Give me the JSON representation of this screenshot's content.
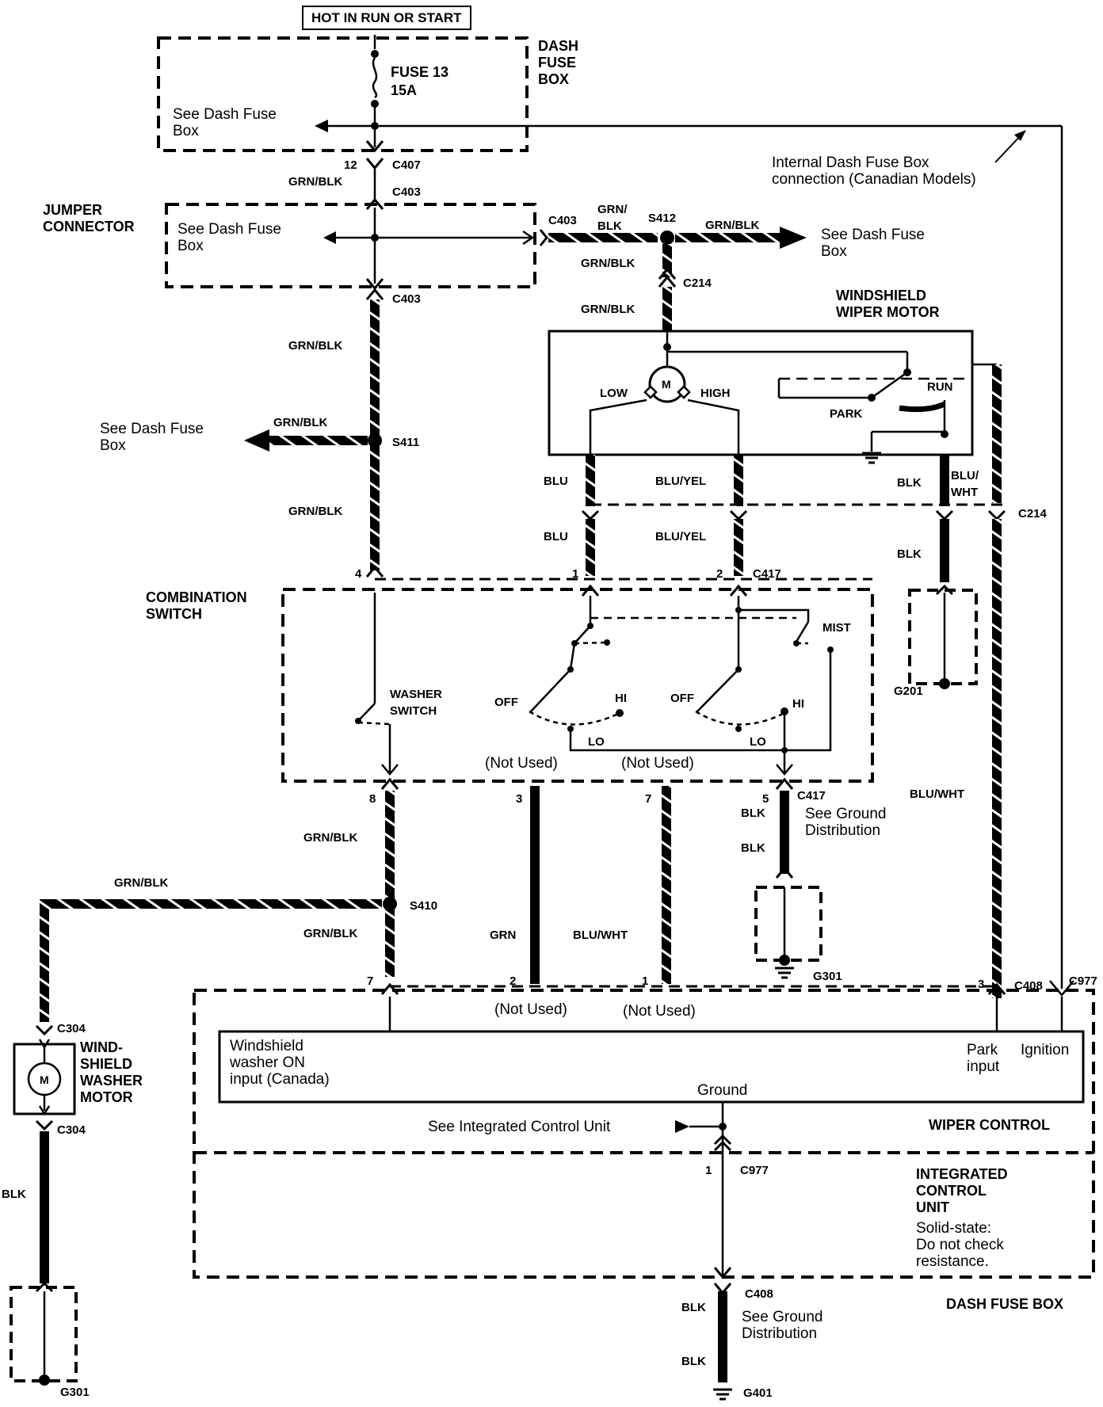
{
  "supply": "HOT IN RUN OR START",
  "dash_fuse_box": {
    "title": "DASH\nFUSE\nBOX",
    "fuse": "FUSE 13",
    "rating": "15A",
    "see": "See Dash Fuse\nBox"
  },
  "internal_note": "Internal Dash Fuse Box\nconnection (Canadian Models)",
  "jumper": {
    "title": "JUMPER\nCONNECTOR",
    "see": "See Dash Fuse\nBox"
  },
  "connectors": {
    "c407": "C407",
    "c407_pin": "12",
    "c403": "C403",
    "s412": "S412",
    "c214": "C214",
    "s411": "S411",
    "c417": "C417",
    "s410": "S410",
    "c304": "C304",
    "c408": "C408",
    "c977": "C977",
    "g201": "G201",
    "g301": "G301",
    "g401": "G401"
  },
  "wires": {
    "grn_blk": "GRN/BLK",
    "grn_blk_split": "GRN/\nBLK",
    "blu": "BLU",
    "blu_yel": "BLU/YEL",
    "blk": "BLK",
    "blu_wht": "BLU/WHT",
    "blu_wht_split": "BLU/\nWHT",
    "grn": "GRN"
  },
  "see_dash_fuse": "See Dash Fuse\nBox",
  "wiper_motor": {
    "title": "WINDSHIELD\nWIPER MOTOR",
    "low": "LOW",
    "high": "HIGH",
    "park": "PARK",
    "run": "RUN",
    "m": "M"
  },
  "combination_switch": {
    "title": "COMBINATION\nSWITCH",
    "washer": "WASHER\nSWITCH",
    "off": "OFF",
    "hi": "HI",
    "lo": "LO",
    "mist": "MIST",
    "not_used": "(Not Used)"
  },
  "pins": {
    "p4": "4",
    "p1": "1",
    "p2": "2",
    "p8": "8",
    "p3": "3",
    "p7": "7",
    "p5": "5",
    "p2b": "2",
    "p1b": "1",
    "p3b": "3",
    "p1c": "1"
  },
  "see_ground": "See Ground\nDistribution",
  "washer_motor": {
    "title": "WIND-\nSHIELD\nWASHER\nMOTOR",
    "m": "M"
  },
  "wiper_control": {
    "washer_input": "Windshield\nwasher ON\ninput (Canada)",
    "park_input": "Park\ninput",
    "ignition": "Ignition",
    "ground": "Ground",
    "see_icu": "See Integrated Control Unit",
    "title": "WIPER CONTROL"
  },
  "icu": {
    "title": "INTEGRATED\nCONTROL\nUNIT",
    "note": "Solid-state:\nDo not check\nresistance."
  },
  "dash_fuse_box_bottom": "DASH FUSE BOX"
}
